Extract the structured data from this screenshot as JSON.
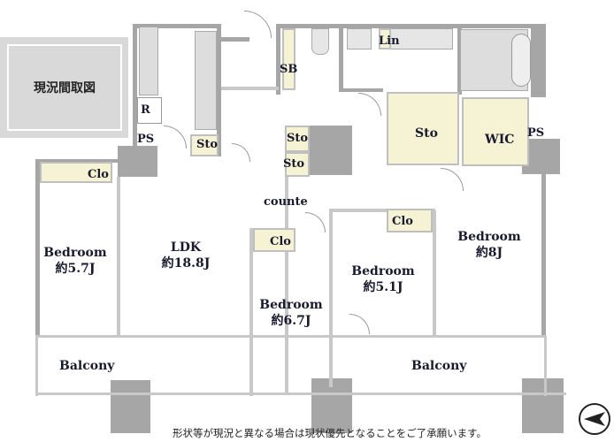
{
  "badge": {
    "label": "現況間取図"
  },
  "rooms": {
    "bedroom1": {
      "name": "Bedroom",
      "size": "約5.7J"
    },
    "ldk": {
      "name": "LDK",
      "size": "約18.8J"
    },
    "bedroom2": {
      "name": "Bedroom",
      "size": "約6.7J"
    },
    "bedroom3": {
      "name": "Bedroom",
      "size": "約5.1J"
    },
    "bedroom4": {
      "name": "Bedroom",
      "size": "約8J"
    }
  },
  "labels": {
    "r": "R",
    "ps1": "PS",
    "ps2": "PS",
    "sto_kitchen": "Sto",
    "sb": "SB",
    "sto_hall1": "Sto",
    "sto_hall2": "Sto",
    "lin": "Lin",
    "sto_large": "Sto",
    "wic": "WIC",
    "counter": "counte",
    "clo1": "Clo",
    "clo2": "Clo",
    "clo3": "Clo",
    "balcony1": "Balcony",
    "balcony2": "Balcony"
  },
  "footer": {
    "note": "形状等が現況と異なる場合は現状優先となることをご了承願います。"
  },
  "colors": {
    "wall": "#a6a6a6",
    "storage": "#f6f3d4",
    "badge": "#d9d9d9"
  }
}
